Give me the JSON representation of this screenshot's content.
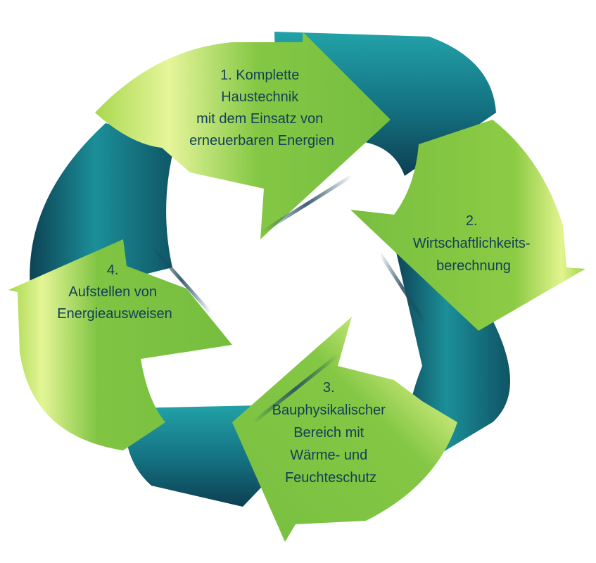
{
  "diagram": {
    "steps": [
      {
        "lines": [
          "1. Komplette",
          "Haustechnik",
          "mit dem Einsatz von",
          "erneuerbaren Energien"
        ]
      },
      {
        "lines": [
          "2.",
          "Wirtschaftlichkeits-",
          "berechnung"
        ]
      },
      {
        "lines": [
          "3.",
          "Bauphysikalischer",
          "Bereich mit",
          "Wärme- und",
          "Feuchteschutz"
        ]
      },
      {
        "lines": [
          "4.",
          "Aufstellen von",
          "Energieausweisen"
        ]
      }
    ]
  },
  "colors": {
    "green": "#7cc242",
    "green_light": "#d5ee6a",
    "teal": "#1c8f98",
    "teal_dark": "#0e3f52",
    "text": "#123f57",
    "background": "#ffffff"
  }
}
